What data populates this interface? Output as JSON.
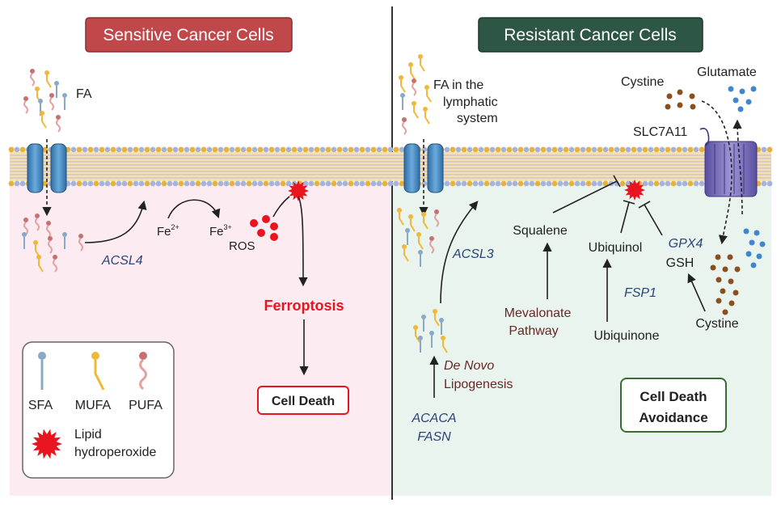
{
  "panels": {
    "sensitive": {
      "title": "Sensitive Cancer Cells",
      "title_color": "#c0474a",
      "fa_label": "FA",
      "enzyme": "ACSL4",
      "fe2_base": "Fe",
      "fe2_sup": "2+",
      "fe3_base": "Fe",
      "fe3_sup": "3+",
      "ros": "ROS",
      "ferroptosis": "Ferroptosis",
      "cell_death": "Cell Death"
    },
    "resistant": {
      "title": "Resistant Cancer Cells",
      "title_color": "#2e5644",
      "fa_line1": "FA in the",
      "fa_line2": "lymphatic",
      "fa_line3": "system",
      "cystine_top": "Cystine",
      "glutamate": "Glutamate",
      "transporter": "SLC7A11",
      "acsl3": "ACSL3",
      "squalene": "Squalene",
      "ubiquinol": "Ubiquinol",
      "gpx4": "GPX4",
      "gsh": "GSH",
      "fsp1": "FSP1",
      "mevalonate_1": "Mevalonate",
      "mevalonate_2": "Pathway",
      "ubiquinone": "Ubiquinone",
      "cystine_bottom": "Cystine",
      "de_novo_1": "De Novo",
      "de_novo_2": "Lipogenesis",
      "acaca": "ACACA",
      "fasn": "FASN",
      "avoid_1": "Cell Death",
      "avoid_2": "Avoidance"
    }
  },
  "legend": {
    "sfa": "SFA",
    "mufa": "MUFA",
    "pufa": "PUFA",
    "lipid_1": "Lipid",
    "lipid_2": "hydroperoxide"
  },
  "colors": {
    "sensitive_bg": "#fcecf1",
    "resistant_bg": "#e9f4ee",
    "membrane_head_a": "#e8b03c",
    "membrane_head_b": "#a7b3d8",
    "sfa": "#8aa8c8",
    "mufa": "#f0b838",
    "pufa": "#c87070",
    "ros": "#e8141e",
    "cystine": "#8a4f20",
    "glutamate": "#3f86cf"
  }
}
